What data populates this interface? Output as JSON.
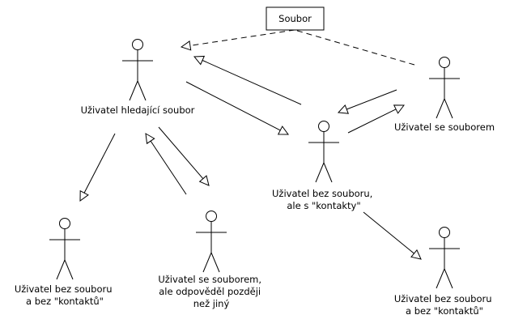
{
  "file_box": {
    "label": "Soubor"
  },
  "actors": {
    "searcher": {
      "lines": [
        "Uživatel hledající soubor"
      ]
    },
    "holder": {
      "lines": [
        "Uživatel se souborem"
      ]
    },
    "middle": {
      "lines": [
        "Uživatel bez souboru,",
        "ale s \"kontakty\""
      ]
    },
    "no_contacts_1": {
      "lines": [
        "Uživatel bez souboru",
        "a bez \"kontaktů\""
      ]
    },
    "late_holder": {
      "lines": [
        "Uživatel se souborem,",
        "ale odpověděl později",
        "než jiný"
      ]
    },
    "no_contacts_2": {
      "lines": [
        "Uživatel bez souboru",
        "a bez \"kontaktů\""
      ]
    }
  },
  "colors": {
    "stroke": "#000000",
    "background": "#ffffff"
  }
}
